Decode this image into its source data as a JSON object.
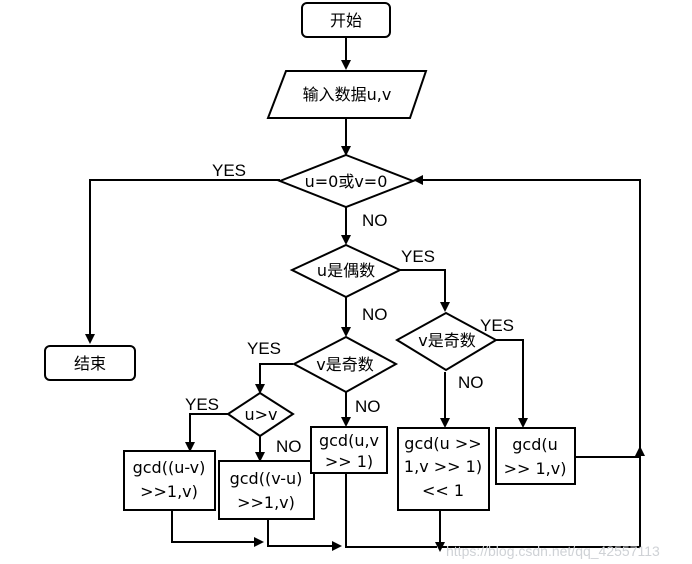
{
  "nodes": {
    "start": "开始",
    "input": "输入数据u,v",
    "check_zero": "u=0或v=0",
    "end": "结束",
    "u_even": "u是偶数",
    "v_odd_left": "v是奇数",
    "v_odd_right": "v是奇数",
    "u_gt_v": "u>v",
    "gcd_uv_sub": [
      "gcd((u-v)",
      ">>1,v)"
    ],
    "gcd_vu_sub": [
      "gcd((v-u)",
      ">>1,v)"
    ],
    "gcd_u_vshift": [
      "gcd(u,v",
      ">> 1)"
    ],
    "gcd_both_shift": [
      "gcd(u >>",
      "1,v >> 1)",
      "<< 1"
    ],
    "gcd_ushift": [
      "gcd(u",
      ">> 1,v)"
    ]
  },
  "labels": {
    "yes": "YES",
    "no": "NO"
  },
  "watermark": "https://blog.csdn.net/qq_42557113",
  "colors": {
    "stroke": "#000000",
    "fill": "#ffffff",
    "watermark": "#cfd2d6"
  }
}
